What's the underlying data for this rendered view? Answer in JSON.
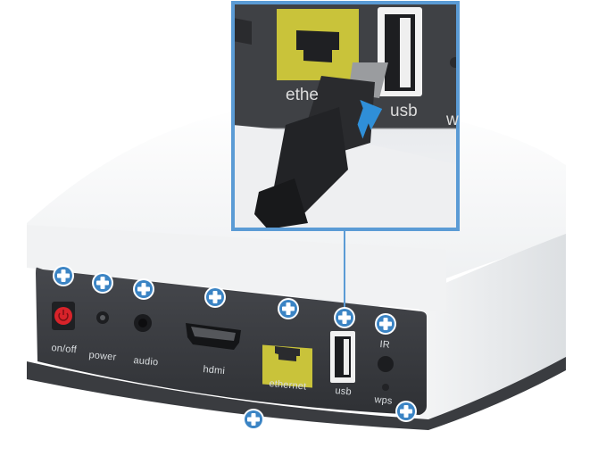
{
  "device": {
    "port_labels": {
      "on_off": "on/off",
      "power": "power",
      "audio": "audio",
      "hdmi": "hdmi",
      "ethernet": "ethernet",
      "usb": "usb",
      "ir": "IR",
      "wps": "wps"
    }
  },
  "zoom_inset": {
    "labels": {
      "ethernet_partial": "ethe",
      "usb": "usb",
      "wps_partial": "w"
    }
  },
  "hotspots": [
    {
      "id": "on-off"
    },
    {
      "id": "power"
    },
    {
      "id": "audio"
    },
    {
      "id": "hdmi"
    },
    {
      "id": "ethernet"
    },
    {
      "id": "usb"
    },
    {
      "id": "ir"
    },
    {
      "id": "wps"
    },
    {
      "id": "base"
    }
  ],
  "colors": {
    "hotspot_fill": "#3b84c4",
    "hotspot_cross": "#ffffff",
    "zoom_frame": "#5b9bd5",
    "arrow": "#2f8fd8",
    "ethernet_port": "#c9c33a",
    "power_button": "#d8232a"
  }
}
